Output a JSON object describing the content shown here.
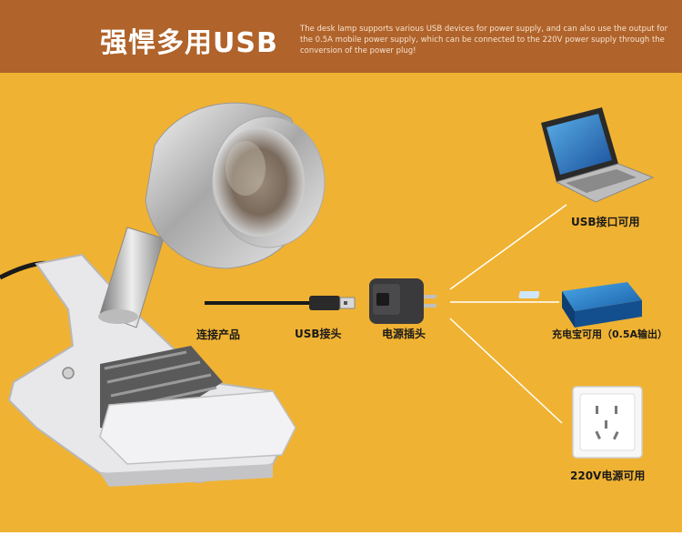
{
  "banner": {
    "title": "强悍多用USB",
    "description": "The desk lamp supports various USB devices for power supply, and can also use the output for the 0.5A mobile power supply, which can be connected to the 220V power supply through the conversion of the power plug!"
  },
  "labels": {
    "connect_product": "连接产品",
    "usb_plug": "USB接头",
    "power_plug": "电源插头",
    "usb_port": "USB接口可用",
    "power_bank": "充电宝可用（0.5A输出）",
    "outlet": "220V电源可用"
  },
  "colors": {
    "banner": "#b0632a",
    "panel": "#f0b232",
    "lines": "#ffffff"
  },
  "icons": [
    "clip-lamp",
    "usb-plug-icon",
    "power-adapter-icon",
    "laptop-icon",
    "power-bank-icon",
    "wall-outlet-icon"
  ]
}
